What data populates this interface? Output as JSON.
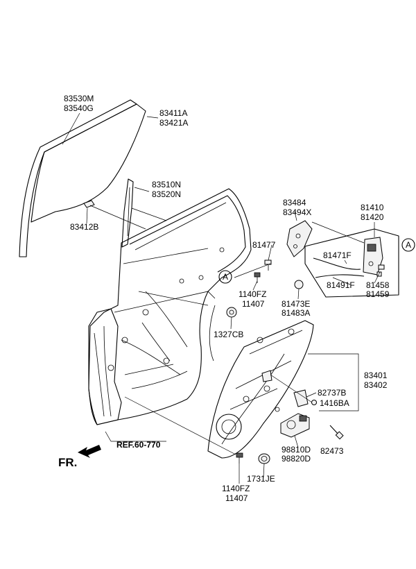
{
  "labels": {
    "glass_1": "83530M",
    "glass_2": "83540G",
    "run_1": "83411A",
    "run_2": "83421A",
    "clip": "83412B",
    "channel_1": "83510N",
    "channel_2": "83520N",
    "handle_1": "83484",
    "handle_2": "83494X",
    "latch_1": "81410",
    "latch_2": "81420",
    "cable_1": "81471F",
    "cable_2": "81491F",
    "bolt_81477": "81477",
    "actuator_1": "81458",
    "actuator_2": "81459",
    "screw_top_1": "1140FZ",
    "screw_top_2": "11407",
    "grommet_1": "81473E",
    "grommet_2": "81483A",
    "nut": "1327CB",
    "regulator_1": "83401",
    "regulator_2": "83402",
    "clamp": "82737B",
    "bolt_1416": "1416BA",
    "motor_1": "98810D",
    "motor_2": "98820D",
    "bolt_82473": "82473",
    "screw_bottom_1": "1140FZ",
    "screw_bottom_2": "11407",
    "plug": "1731JE",
    "ref": "REF.60-770",
    "front": "FR.",
    "callout_a": "A"
  }
}
